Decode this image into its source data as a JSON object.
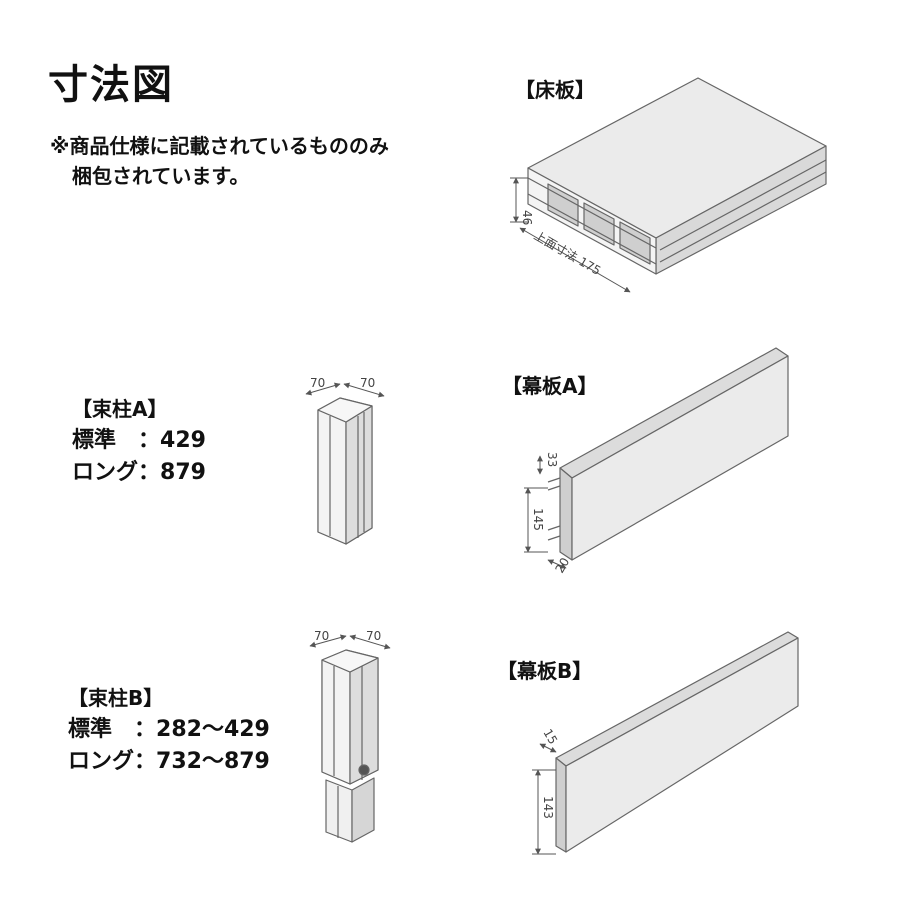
{
  "title": "寸法図",
  "note": {
    "line1": "※商品仕様に記載されているもののみ",
    "line2": "梱包されています。"
  },
  "floor_board": {
    "label": "【床板】",
    "dim_height": "46",
    "dim_width": "上面寸法 175"
  },
  "post_a": {
    "label": "【束柱A】",
    "rows": [
      {
        "key": "標準　：",
        "value": "429"
      },
      {
        "key": "ロング：",
        "value": "879"
      }
    ],
    "dim_left": "70",
    "dim_right": "70"
  },
  "post_b": {
    "label": "【束柱B】",
    "rows": [
      {
        "key": "標準　：",
        "value": "282～429"
      },
      {
        "key": "ロング：",
        "value": "732～879"
      }
    ],
    "dim_left": "70",
    "dim_right": "70"
  },
  "skirt_a": {
    "label": "【幕板A】",
    "dim_top": "33",
    "dim_height": "145",
    "dim_bottom": "20"
  },
  "skirt_b": {
    "label": "【幕板B】",
    "dim_top": "15",
    "dim_height": "143"
  },
  "colors": {
    "panel_fill": "#ebebeb",
    "edge_fill": "#dcdcdc",
    "line": "#666666"
  }
}
